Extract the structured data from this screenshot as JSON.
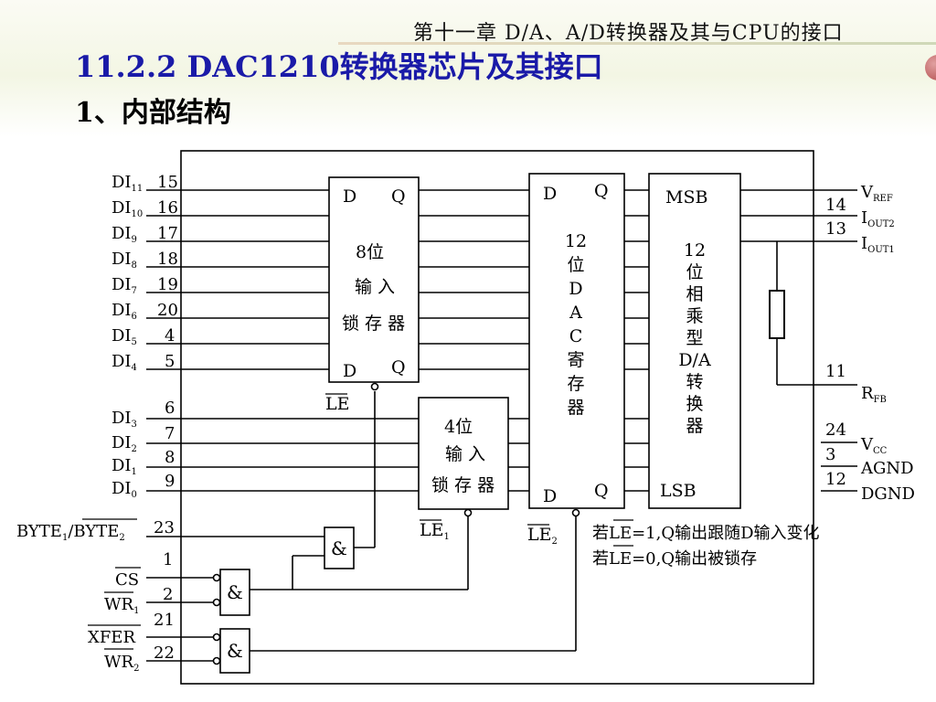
{
  "header": {
    "chapter_title": "第十一章 D/A、A/D转换器及其与CPU的接口",
    "section_title": "11.2.2   DAC1210转换器芯片及其接口",
    "sub_title": "1、内部结构"
  },
  "diagram": {
    "upper_inputs": [
      {
        "sig": "DI",
        "sub": "11",
        "pin": "15"
      },
      {
        "sig": "DI",
        "sub": "10",
        "pin": "16"
      },
      {
        "sig": "DI",
        "sub": "9",
        "pin": "17"
      },
      {
        "sig": "DI",
        "sub": "8",
        "pin": "18"
      },
      {
        "sig": "DI",
        "sub": "7",
        "pin": "19"
      },
      {
        "sig": "DI",
        "sub": "6",
        "pin": "20"
      },
      {
        "sig": "DI",
        "sub": "5",
        "pin": "4"
      },
      {
        "sig": "DI",
        "sub": "4",
        "pin": "5"
      }
    ],
    "lower_inputs": [
      {
        "sig": "DI",
        "sub": "3",
        "pin": "6"
      },
      {
        "sig": "DI",
        "sub": "2",
        "pin": "7"
      },
      {
        "sig": "DI",
        "sub": "1",
        "pin": "8"
      },
      {
        "sig": "DI",
        "sub": "0",
        "pin": "9"
      }
    ],
    "byte": {
      "label_a": "BYTE",
      "sub_a": "1",
      "slash": "/",
      "label_b": "BYTE",
      "sub_b": "2",
      "pin": "23"
    },
    "cs": {
      "label": "CS",
      "pin_above": "1"
    },
    "wr1": {
      "label": "WR",
      "sub": "1",
      "pin": "2"
    },
    "xfer": {
      "label": "XFER",
      "pin_above": "21"
    },
    "wr2": {
      "label": "WR",
      "sub": "2",
      "pin": "22"
    },
    "latch8": {
      "d_top": "D",
      "q_top": "Q",
      "d_bot": "D",
      "q_bot": "Q",
      "line1": "8位",
      "line2": "输 入",
      "line3": "锁 存 器",
      "le": "LE"
    },
    "latch4": {
      "line1": "4位",
      "line2": "输 入",
      "line3": "锁 存 器",
      "le": "LE",
      "le_sub": "1"
    },
    "dac_reg": {
      "d_top": "D",
      "q_top": "Q",
      "d_bot": "D",
      "q_bot": "Q",
      "chars": [
        "12",
        "位",
        "D",
        "A",
        "C",
        "寄",
        "存",
        "器"
      ],
      "le": "LE",
      "le_sub": "2"
    },
    "multiplier": {
      "msb": "MSB",
      "lsb": "LSB",
      "chars": [
        "12",
        "位",
        "相",
        "乘",
        "型",
        "D/A",
        "转",
        "换",
        "器"
      ]
    },
    "and_gate": "&",
    "outputs": {
      "vref": {
        "sig": "V",
        "sub": "REF",
        "pin": "14"
      },
      "iout2": {
        "sig": "I",
        "sub": "OUT2",
        "pin": "13"
      },
      "iout1": {
        "sig": "I",
        "sub": "OUT1",
        "pin": ""
      },
      "rfb": {
        "sig": "R",
        "sub": "FB",
        "pin": "11"
      },
      "vcc": {
        "sig": "V",
        "sub": "CC",
        "pin": "24"
      },
      "agnd": {
        "sig": "AGND",
        "pin": "3"
      },
      "dgnd": {
        "sig": "DGND",
        "pin": "12"
      }
    },
    "notes": {
      "note1_pre": "若",
      "note1_le": "LE",
      "note1_post": "=1,Q输出跟随D输入变化",
      "note2_pre": "若",
      "note2_le": "LE",
      "note2_post": "=0,Q输出被锁存"
    }
  }
}
